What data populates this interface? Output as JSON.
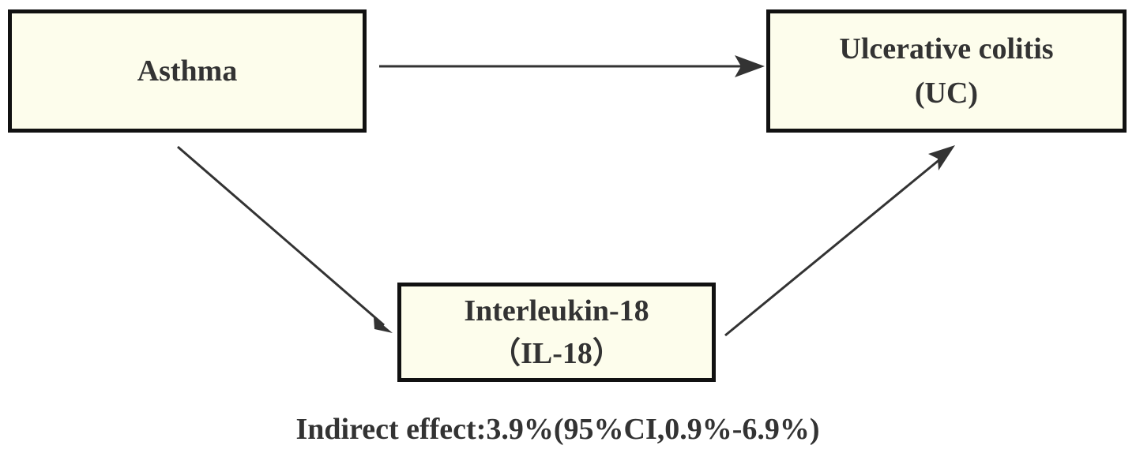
{
  "nodes": {
    "exposure": {
      "lines": [
        "Asthma"
      ]
    },
    "outcome": {
      "lines": [
        "Ulcerative colitis",
        "(UC)"
      ]
    },
    "mediator": {
      "lines": [
        "Interleukin-18",
        "（IL-18）"
      ]
    }
  },
  "footnote": "Indirect effect:3.9%(95%CI,0.9%-6.9%)",
  "colors": {
    "box_fill": "#fdfdec",
    "box_border": "#111111",
    "arrow": "#333333",
    "text": "#333333"
  }
}
